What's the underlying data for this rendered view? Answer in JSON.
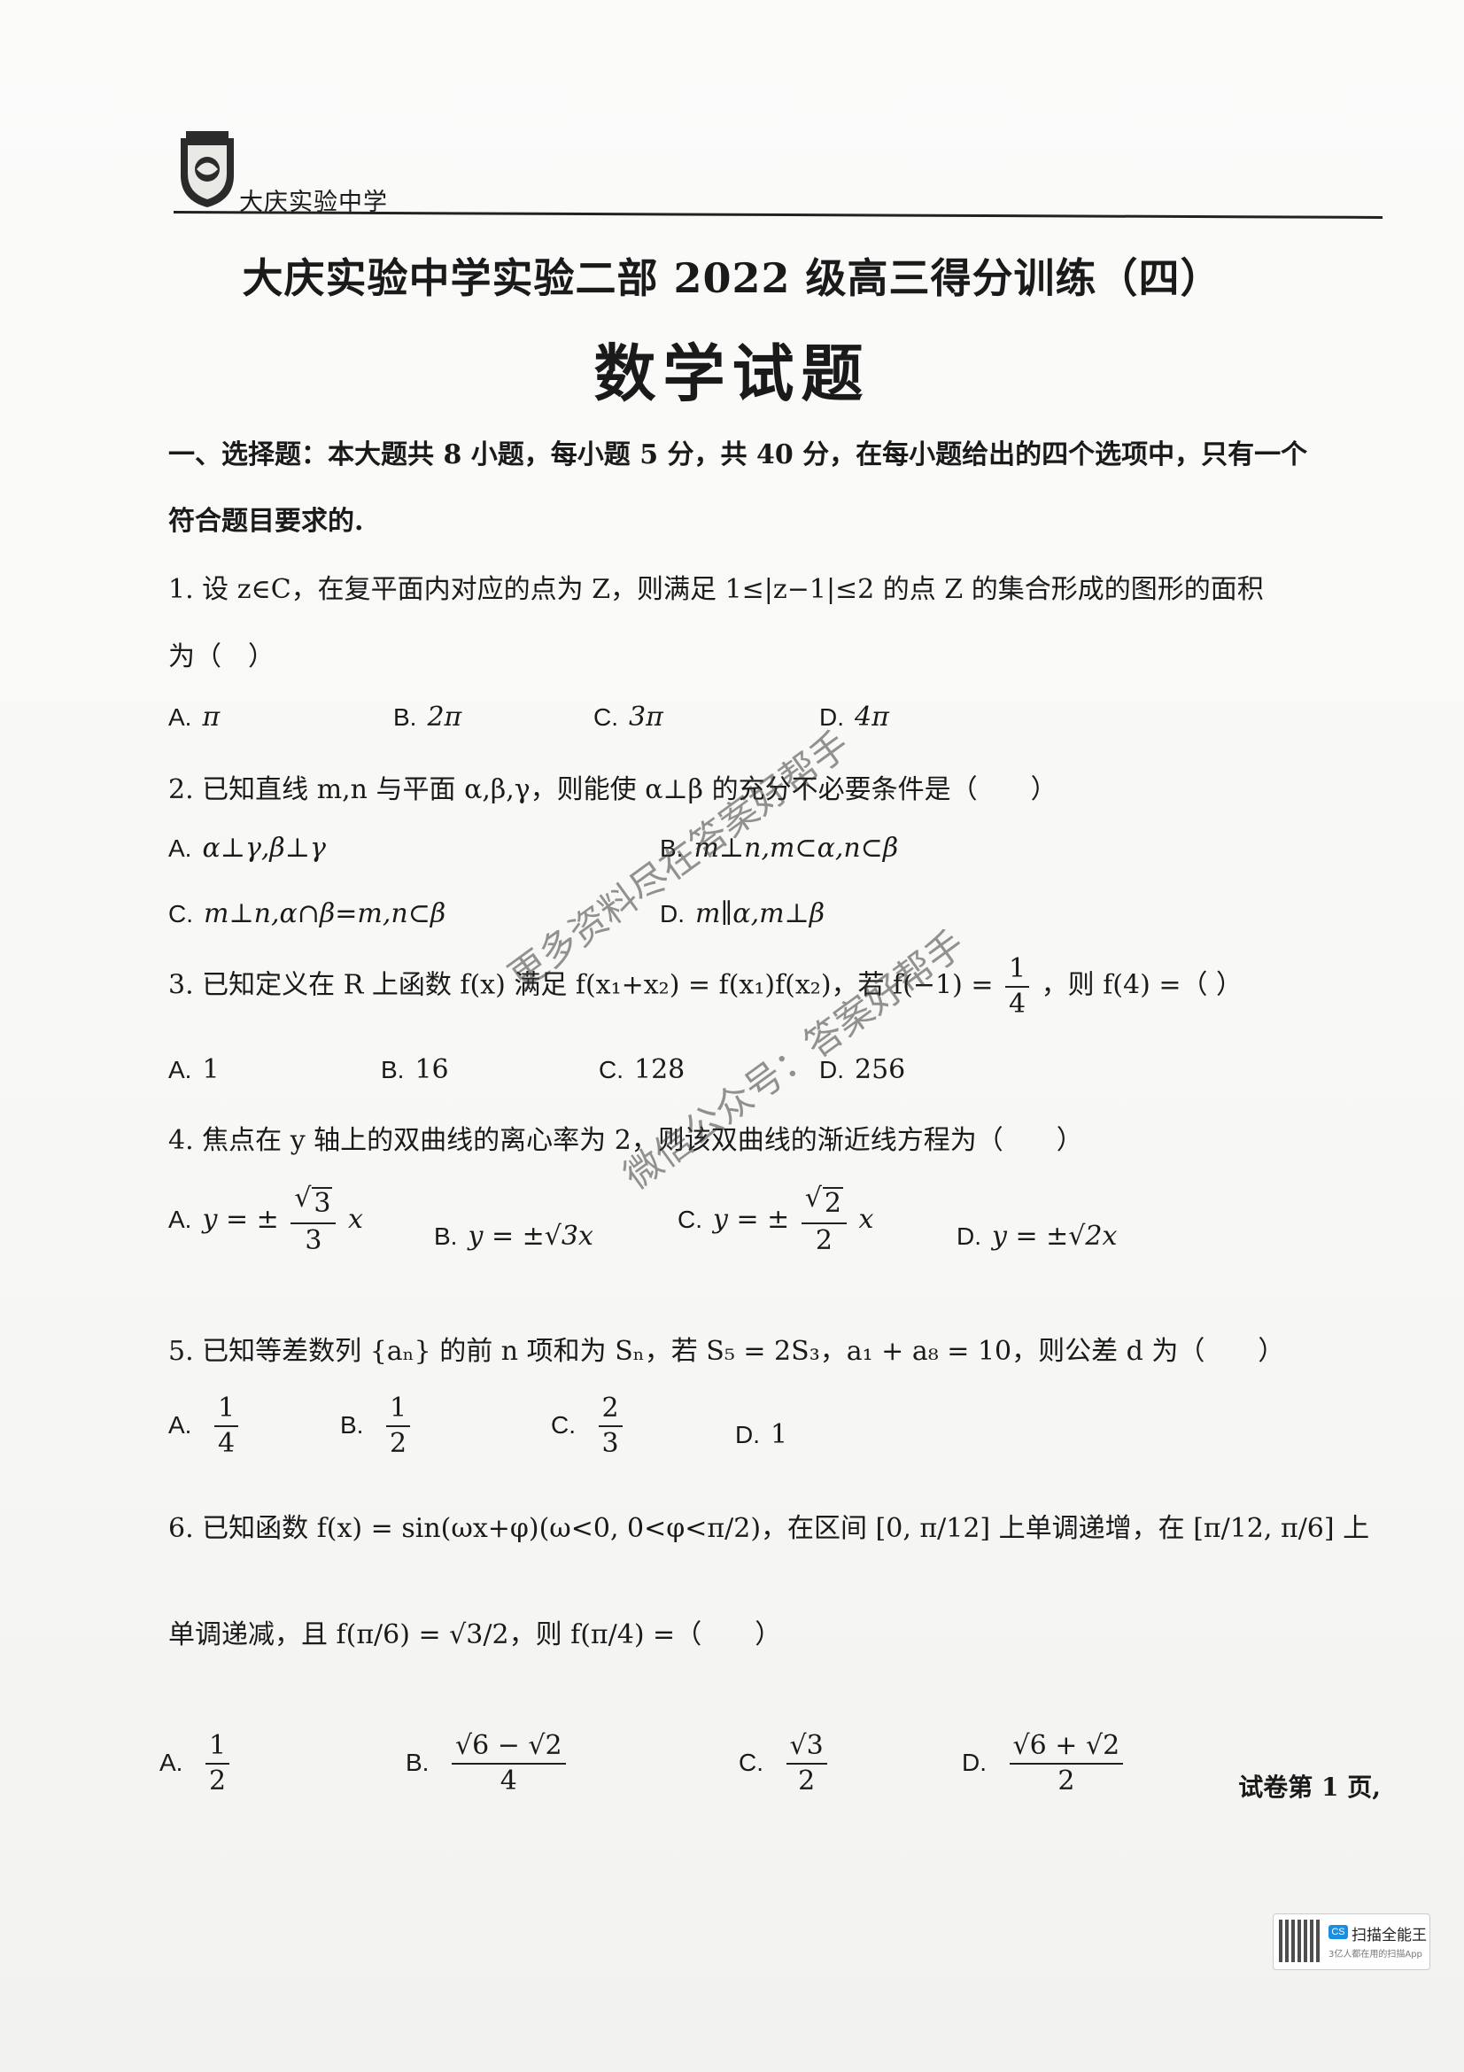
{
  "header": {
    "school": "大庆实验中学"
  },
  "title": {
    "main": "大庆实验中学实验二部 2022 级高三得分训练（四）",
    "sub": "数学试题"
  },
  "section": {
    "line1": "一、选择题：本大题共 8 小题，每小题 5 分，共 40 分，在每小题给出的四个选项中，只有一个",
    "line2": "符合题目要求的."
  },
  "q1": {
    "line1": "1. 设 z∈C，在复平面内对应的点为 Z，则满足 1≤|z−1|≤2 的点 Z 的集合形成的图形的面积",
    "line2": "为（　）",
    "options": [
      "A.",
      "π",
      "B.",
      "2π",
      "C.",
      "3π",
      "D.",
      "4π"
    ]
  },
  "q2": {
    "stem": "2. 已知直线 m,n 与平面 α,β,γ，则能使 α⊥β 的充分不必要条件是（　　）",
    "a": "α⊥γ,β⊥γ",
    "b": "m⊥n,m⊂α,n⊂β",
    "c": "m⊥n,α∩β=m,n⊂β",
    "d": "m∥α,m⊥β"
  },
  "q3": {
    "stem_pre": "3. 已知定义在 R 上函数 f(x) 满足 f(x₁+x₂) = f(x₁)f(x₂)，若 f(−1) =",
    "frac_num": "1",
    "frac_den": "4",
    "stem_post": "，则 f(4) =（ ）",
    "a": "1",
    "b": "16",
    "c": "128",
    "d": "256"
  },
  "q4": {
    "stem": "4. 焦点在 y 轴上的双曲线的离心率为 2，则该双曲线的渐近线方程为（　　）",
    "a_pre": "y = ±",
    "a_num": "3",
    "a_den": "3",
    "a_post": "x",
    "b": "y = ±√3x",
    "c_pre": "y = ±",
    "c_num": "2",
    "c_den": "2",
    "c_post": "x",
    "d": "y = ±√2x"
  },
  "q5": {
    "stem": "5. 已知等差数列 {aₙ} 的前 n 项和为 Sₙ，若 S₅ = 2S₃，a₁ + a₈ = 10，则公差 d 为（　　）",
    "a_num": "1",
    "a_den": "4",
    "b_num": "1",
    "b_den": "2",
    "c_num": "2",
    "c_den": "3",
    "d": "1"
  },
  "q6": {
    "line1": "6. 已知函数 f(x) = sin(ωx+φ)(ω<0, 0<φ<π/2)，在区间 [0, π/12] 上单调递增，在 [π/12, π/6] 上",
    "line2": "单调递减，且 f(π/6) = √3/2，则 f(π/4) =（　　）",
    "a_num": "1",
    "a_den": "2",
    "b_num": "√6 − √2",
    "b_den": "4",
    "c_num": "√3",
    "c_den": "2",
    "d_num": "√6 + √2",
    "d_den": "2"
  },
  "footer": {
    "page": "试卷第 1 页,"
  },
  "watermark": {
    "line1": "更多资料尽在答案好帮手",
    "line2": "微信公众号：答案好帮手"
  },
  "scanner": {
    "badge": "CS",
    "name": "扫描全能王",
    "tagline": "3亿人都在用的扫描App"
  },
  "labels": {
    "a": "A.",
    "b": "B.",
    "c": "C.",
    "d": "D."
  }
}
